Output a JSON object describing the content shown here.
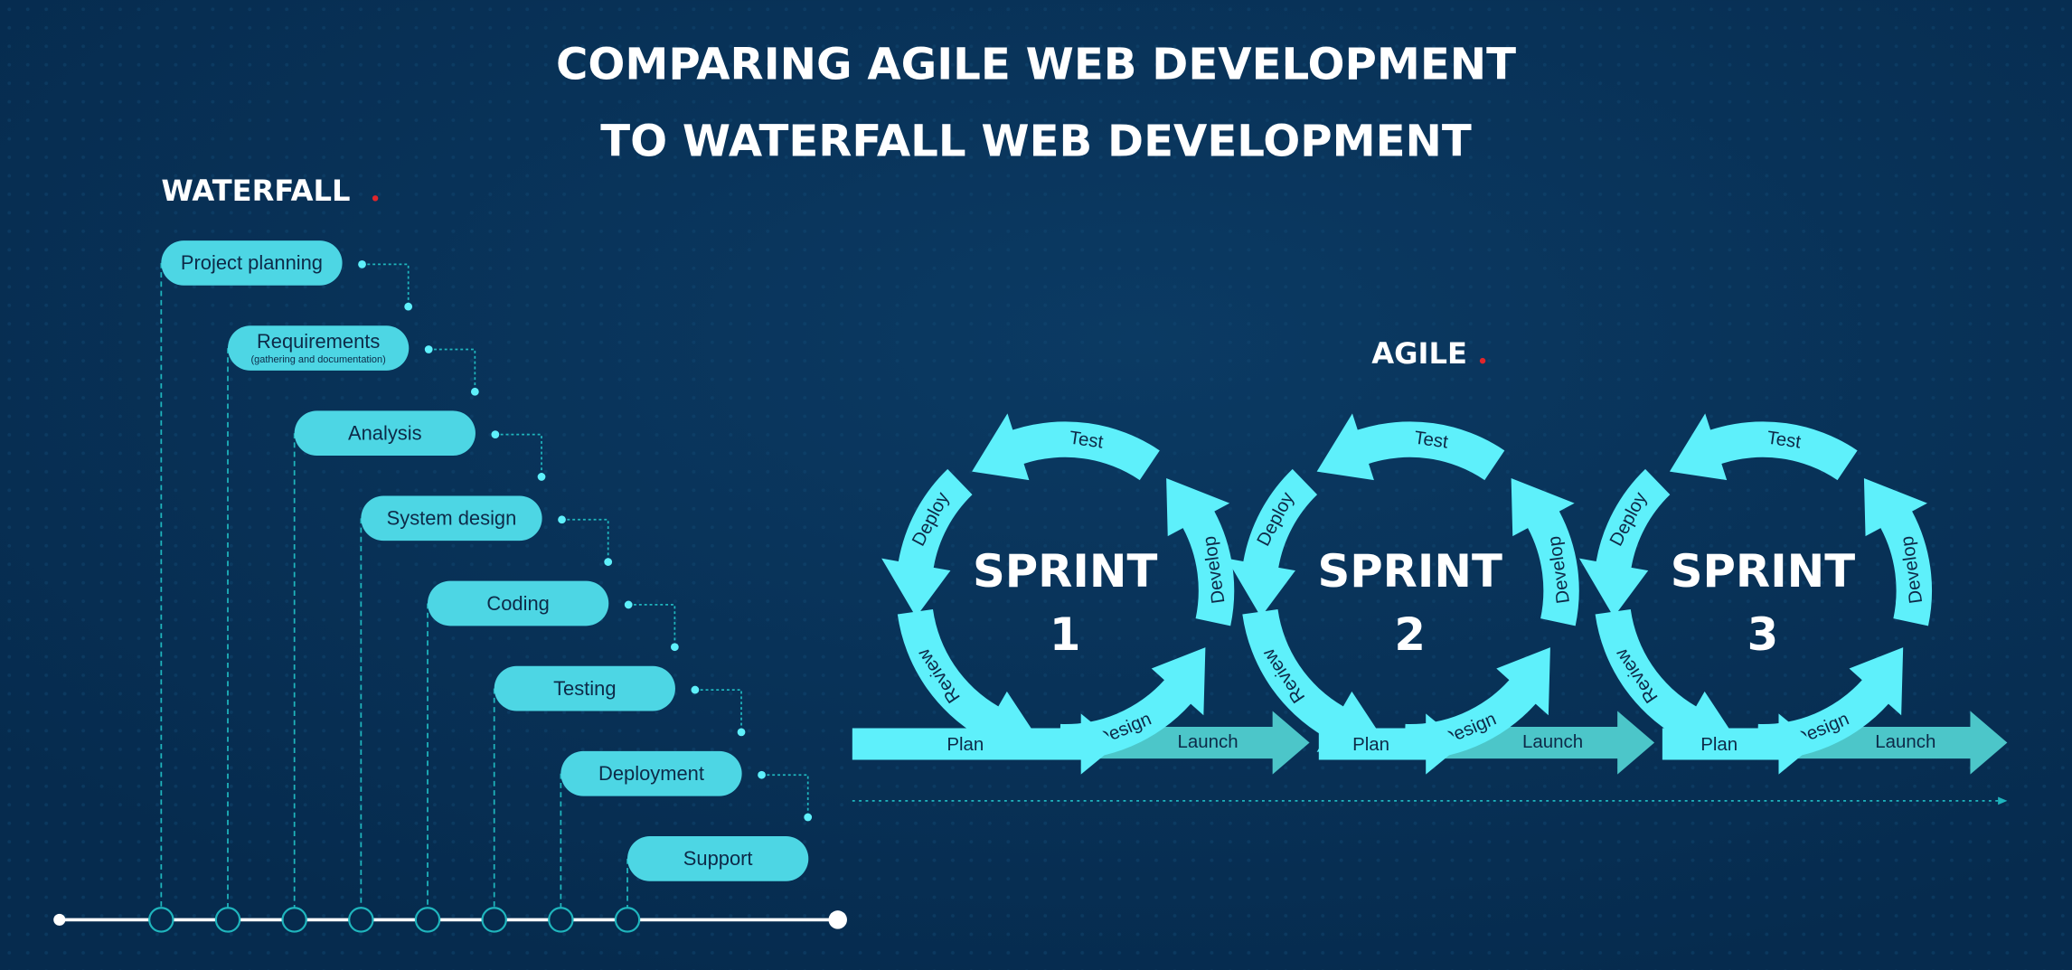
{
  "title": {
    "line1": "COMPARING AGILE WEB DEVELOPMENT",
    "line2": "TO WATERFALL WEB DEVELOPMENT"
  },
  "colors": {
    "background": "#062b4e",
    "pill": "#4dd6e4",
    "arrow": "#5ef0fb",
    "launch": "#4cc6c9",
    "accent_dot": "#e0262b",
    "connector": "#1fb5bd"
  },
  "waterfall": {
    "heading": "WATERFALL",
    "steps": [
      {
        "label": "Project planning"
      },
      {
        "label": "Requirements",
        "sublabel": "(gathering and documentation)"
      },
      {
        "label": "Analysis"
      },
      {
        "label": "System design"
      },
      {
        "label": "Coding"
      },
      {
        "label": "Testing"
      },
      {
        "label": "Deployment"
      },
      {
        "label": "Support"
      }
    ]
  },
  "agile": {
    "heading": "AGILE",
    "sprints": [
      {
        "title": "SPRINT",
        "number": "1"
      },
      {
        "title": "SPRINT",
        "number": "2"
      },
      {
        "title": "SPRINT",
        "number": "3"
      }
    ],
    "cycle_steps": [
      "Design",
      "Develop",
      "Test",
      "Deploy",
      "Review"
    ],
    "plan_label": "Plan",
    "launch_label": "Launch"
  }
}
